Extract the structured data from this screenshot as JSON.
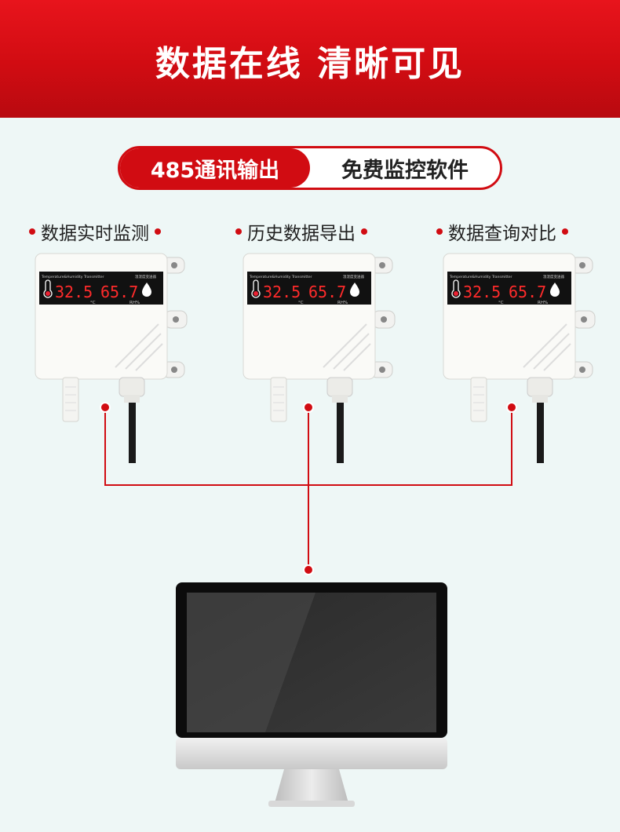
{
  "banner": {
    "title": "数据在线  清晰可见"
  },
  "output": {
    "left_label": "485通讯输出",
    "right_label": "免费监控软件"
  },
  "features": [
    "数据实时监测",
    "历史数据导出",
    "数据查询对比"
  ],
  "device": {
    "label_en": "Temperature&Humidity Transmitter",
    "label_cn": "温湿度变送器",
    "temperature": "32.5",
    "humidity": "65.7",
    "temp_unit": "°C",
    "hum_unit": "RH%"
  },
  "colors": {
    "accent": "#d10c12",
    "background": "#eef7f6"
  }
}
